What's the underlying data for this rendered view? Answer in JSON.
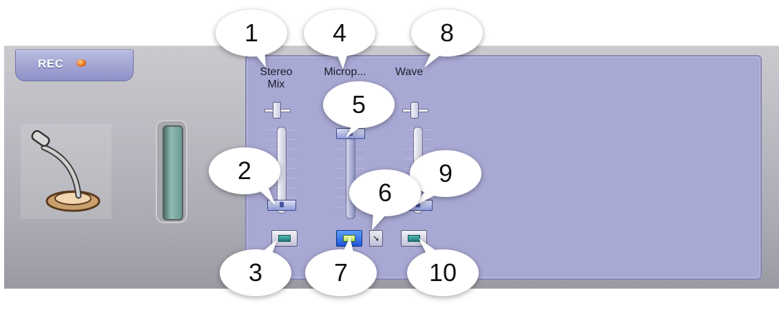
{
  "rec_tab": {
    "label": "REC",
    "led_color": "#e86b1e"
  },
  "left": {
    "icon": "microphone-icon",
    "meter": "recording-level-meter"
  },
  "channels": [
    {
      "id": "stereo-mix",
      "label": "Stereo\nMix",
      "selected": false,
      "has_balance": true,
      "level": 0.05
    },
    {
      "id": "microphone",
      "label": "Microp...",
      "selected": true,
      "has_balance": false,
      "level": 0.95,
      "advanced_icon": "wrench-icon"
    },
    {
      "id": "wave",
      "label": "Wave",
      "selected": false,
      "has_balance": true,
      "level": 0.05
    }
  ],
  "callouts": [
    "1",
    "2",
    "3",
    "4",
    "5",
    "6",
    "7",
    "8",
    "9",
    "10"
  ],
  "colors": {
    "panel": "#a8a8d4",
    "accent_blue": "#1f56d8"
  }
}
